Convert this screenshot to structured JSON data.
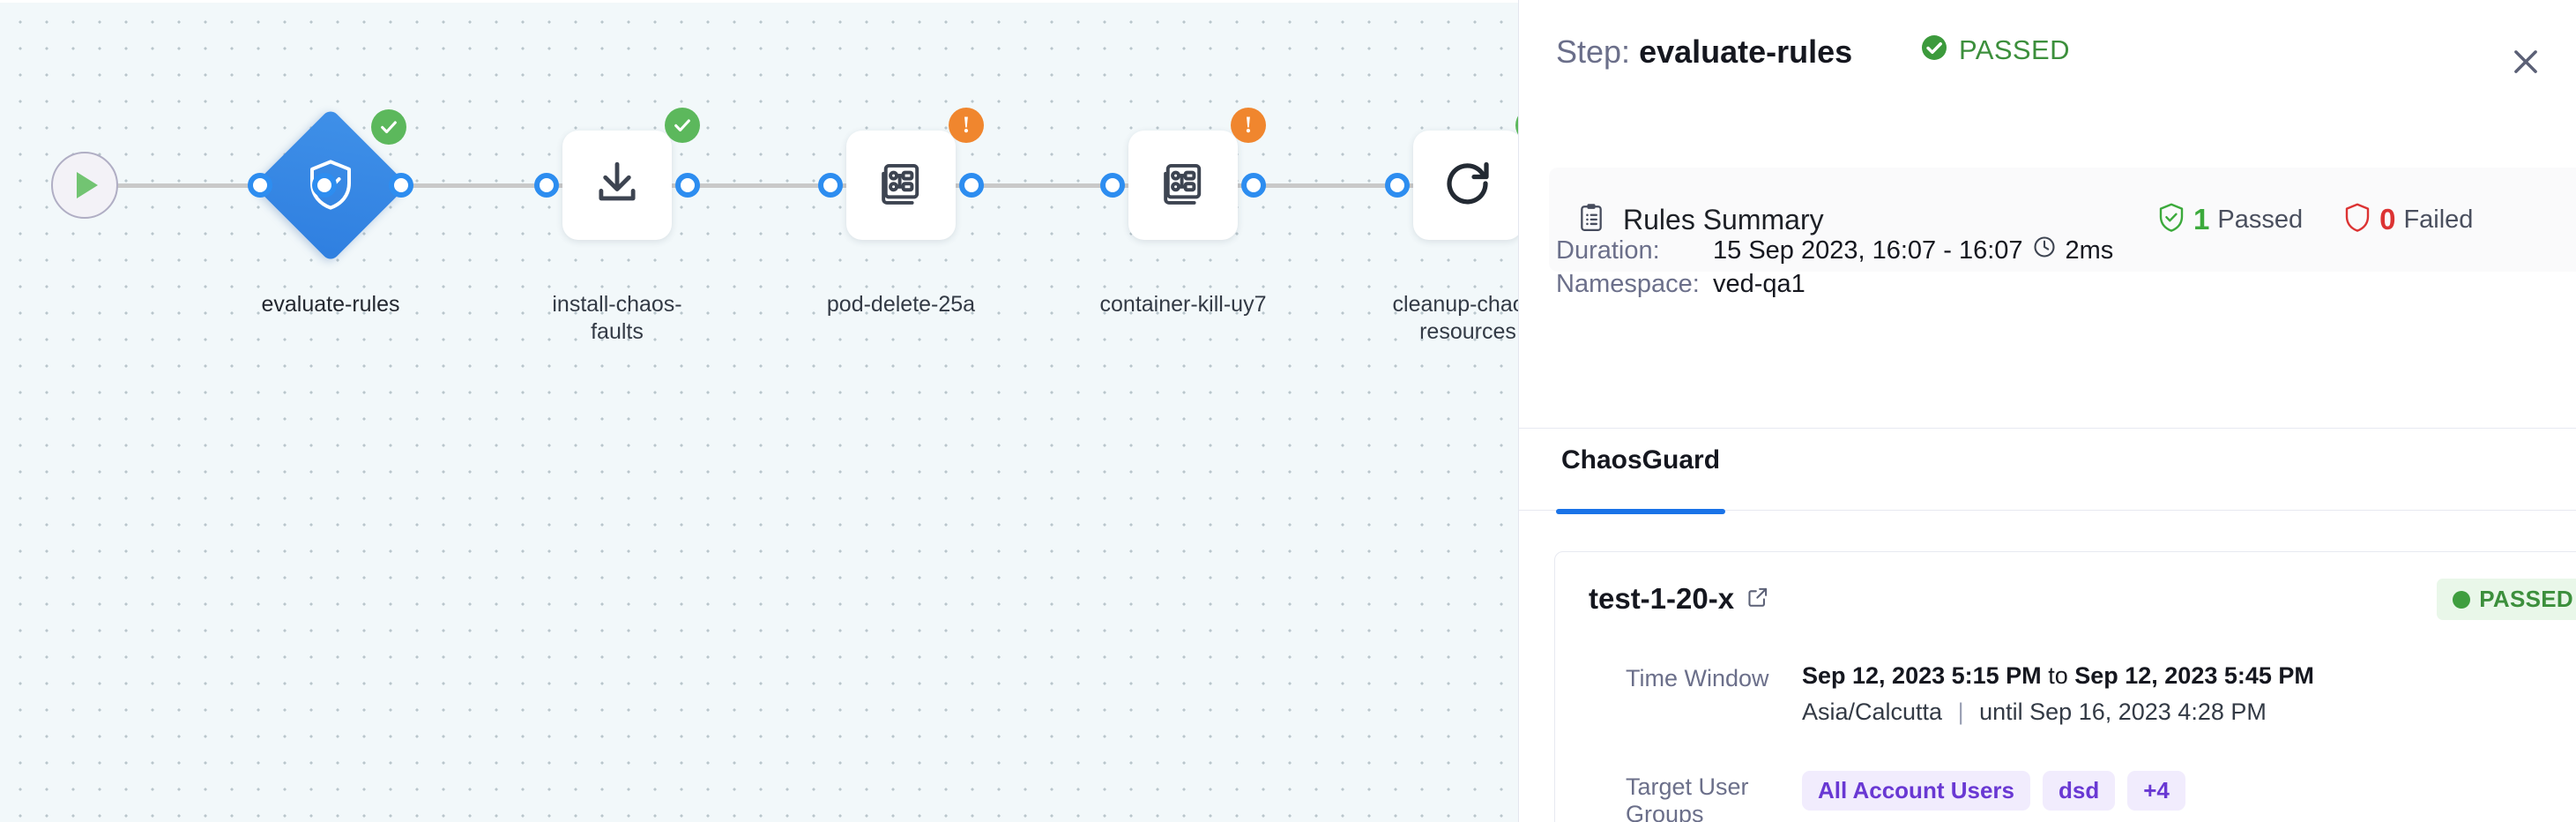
{
  "canvas": {
    "start_node": {
      "icon": "play-icon"
    },
    "nodes": [
      {
        "id": "evaluate-rules",
        "label": "evaluate-rules",
        "shape": "diamond",
        "icon": "shield-check-icon",
        "status": "success",
        "badge": "check"
      },
      {
        "id": "install-chaos-faults",
        "label": "install-chaos-faults",
        "shape": "box",
        "icon": "download-icon",
        "status": "success",
        "badge": "check"
      },
      {
        "id": "pod-delete-25a",
        "label": "pod-delete-25a",
        "shape": "box",
        "icon": "chaos-experiment-icon",
        "status": "warning",
        "badge": "exclamation"
      },
      {
        "id": "container-kill-uy7",
        "label": "container-kill-uy7",
        "shape": "box",
        "icon": "chaos-experiment-icon",
        "status": "warning",
        "badge": "exclamation"
      },
      {
        "id": "cleanup-chaos-resources",
        "label": "cleanup-chaos-resources",
        "shape": "box",
        "icon": "refresh-icon",
        "status": "success",
        "badge": "check"
      }
    ]
  },
  "panel": {
    "title_prefix": "Step:",
    "title_step": "evaluate-rules",
    "status_label": "PASSED",
    "status_icon": "check-circle-icon",
    "close_icon": "close-icon",
    "summary": {
      "icon": "clipboard-icon",
      "label": "Rules Summary",
      "passed_count": "1",
      "passed_label": "Passed",
      "passed_icon": "shield-check-icon",
      "failed_count": "0",
      "failed_label": "Failed",
      "failed_icon": "shield-icon"
    },
    "details": {
      "duration_key": "Duration:",
      "duration_value": "15 Sep 2023, 16:07 - 16:07",
      "duration_icon": "clock-icon",
      "duration_elapsed": "2ms",
      "namespace_key": "Namespace:",
      "namespace_value": "ved-qa1"
    },
    "tabs": [
      {
        "label": "ChaosGuard",
        "active": true
      }
    ],
    "result": {
      "name": "test-1-20-x",
      "link_icon": "external-link-icon",
      "status_label": "PASSED",
      "status_color": "#3c8f3c",
      "status_bg": "#e9f7e9",
      "time_window_key": "Time Window",
      "time_window_from": "Sep 12, 2023 5:15 PM",
      "time_window_join": "to",
      "time_window_to": "Sep 12, 2023 5:45 PM",
      "timezone": "Asia/Calcutta",
      "until_text": "until Sep 16, 2023 4:28 PM",
      "groups_key": "Target User Groups",
      "groups": [
        "All Account Users",
        "dsd",
        "+4"
      ]
    }
  },
  "colors": {
    "accent": "#1a73e8",
    "success": "#5cb85c",
    "warning": "#f0862e",
    "danger": "#dc3333",
    "tag": "#6938d3"
  }
}
